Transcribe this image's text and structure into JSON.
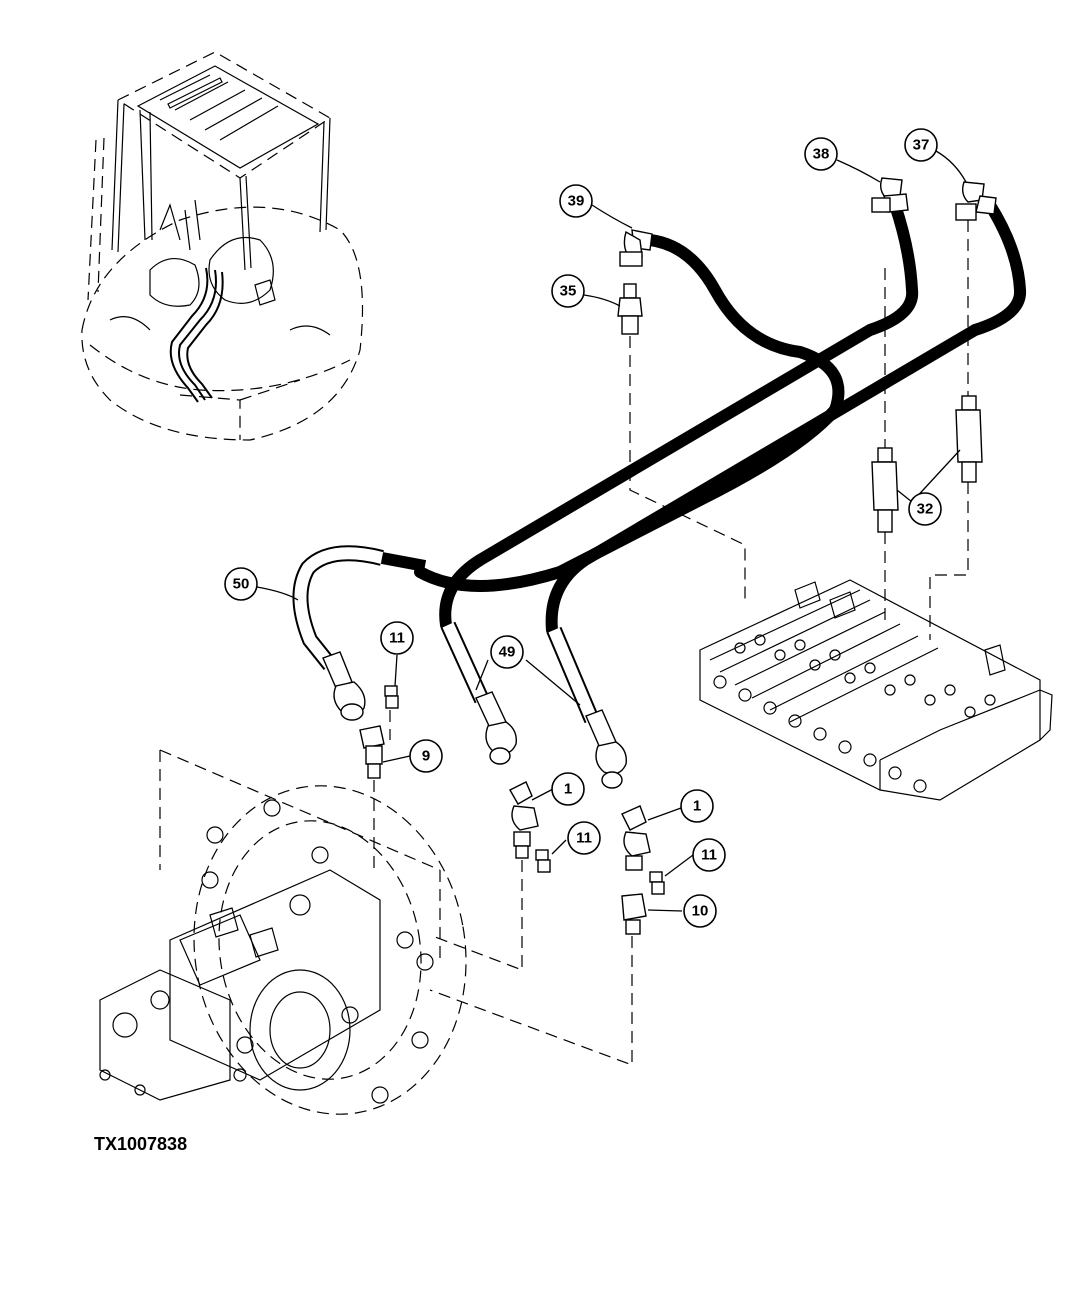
{
  "figure_id": "TX1007838",
  "callouts": {
    "c39": "39",
    "c38": "38",
    "c37": "37",
    "c35": "35",
    "c32": "32",
    "c50": "50",
    "c11a": "11",
    "c49": "49",
    "c9": "9",
    "c1a": "1",
    "c11b": "11",
    "c1b": "1",
    "c11c": "11",
    "c10": "10"
  }
}
